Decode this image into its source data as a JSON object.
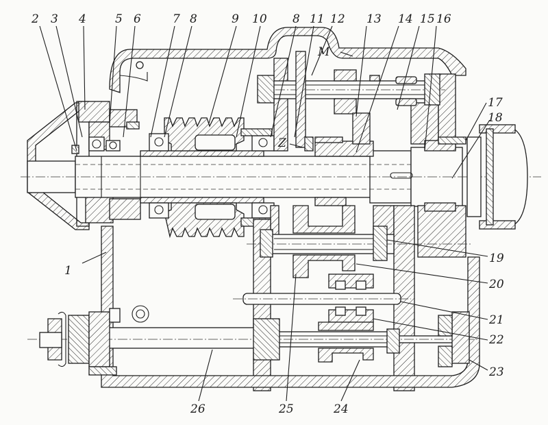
{
  "drawing": {
    "title": "Spindle head assembly — longitudinal section",
    "callouts": [
      {
        "id": "2",
        "label": "2"
      },
      {
        "id": "3",
        "label": "3"
      },
      {
        "id": "4",
        "label": "4"
      },
      {
        "id": "5",
        "label": "5"
      },
      {
        "id": "6",
        "label": "6"
      },
      {
        "id": "7",
        "label": "7"
      },
      {
        "id": "8a",
        "label": "8"
      },
      {
        "id": "9",
        "label": "9"
      },
      {
        "id": "10",
        "label": "10"
      },
      {
        "id": "8b",
        "label": "8"
      },
      {
        "id": "11",
        "label": "11"
      },
      {
        "id": "12",
        "label": "12"
      },
      {
        "id": "13",
        "label": "13"
      },
      {
        "id": "14",
        "label": "14"
      },
      {
        "id": "15",
        "label": "15"
      },
      {
        "id": "16",
        "label": "16"
      },
      {
        "id": "17",
        "label": "17"
      },
      {
        "id": "18",
        "label": "18"
      },
      {
        "id": "19",
        "label": "19"
      },
      {
        "id": "20",
        "label": "20"
      },
      {
        "id": "21",
        "label": "21"
      },
      {
        "id": "22",
        "label": "22"
      },
      {
        "id": "23",
        "label": "23"
      },
      {
        "id": "1",
        "label": "1"
      },
      {
        "id": "26",
        "label": "26"
      },
      {
        "id": "25",
        "label": "25"
      },
      {
        "id": "24",
        "label": "24"
      }
    ],
    "annotations": {
      "M": "M",
      "Z": "Z"
    }
  }
}
